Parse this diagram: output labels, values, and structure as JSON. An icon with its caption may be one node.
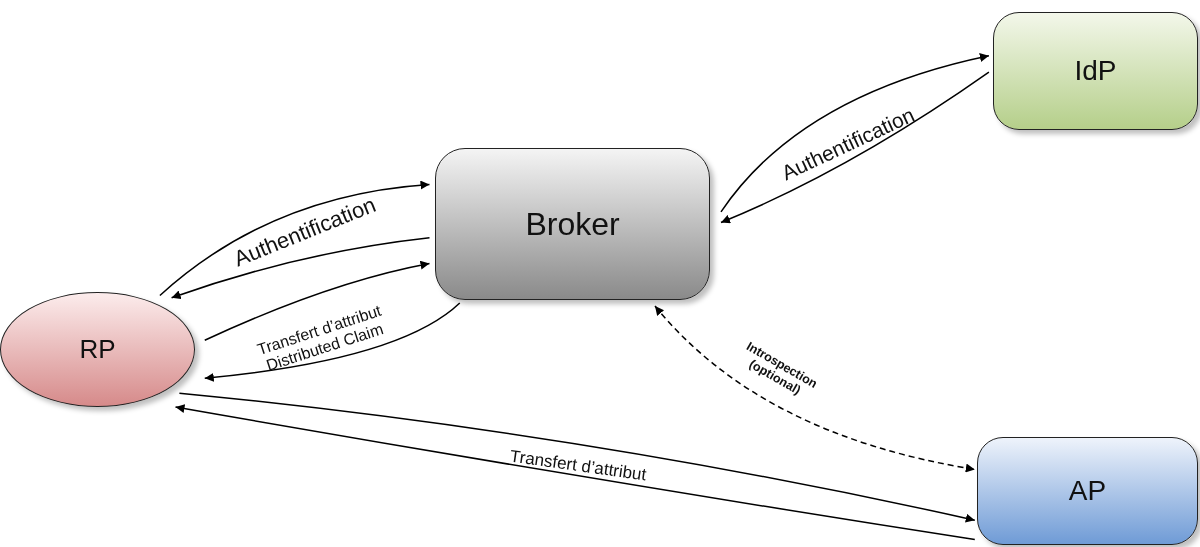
{
  "diagram": {
    "nodes": [
      {
        "text": [
          "RP"
        ]
      },
      {
        "text": [
          "Broker"
        ]
      },
      {
        "text": [
          "IdP"
        ]
      },
      {
        "text": [
          "AP"
        ]
      }
    ],
    "edges": [
      {
        "from": 0,
        "to": 1,
        "arrow": "to",
        "label": "Authentification"
      },
      {
        "from": 1,
        "to": 0,
        "arrow": "to"
      },
      {
        "from": 1,
        "to": 2,
        "arrow": "to",
        "label": "Authentification"
      },
      {
        "from": 2,
        "to": 1,
        "arrow": "to"
      },
      {
        "from": 0,
        "to": 1,
        "arrow": "to",
        "label": "Transfert d’attribut Distributed Claim"
      },
      {
        "from": 1,
        "to": 0,
        "arrow": "to"
      },
      {
        "from": 1,
        "to": 3,
        "arrow": "both",
        "style": "dashed",
        "label": "Introspection (optional)"
      },
      {
        "from": 0,
        "to": 3,
        "arrow": "to",
        "label": "Transfert d’attribut"
      },
      {
        "from": 3,
        "to": 0,
        "arrow": "to"
      }
    ]
  }
}
